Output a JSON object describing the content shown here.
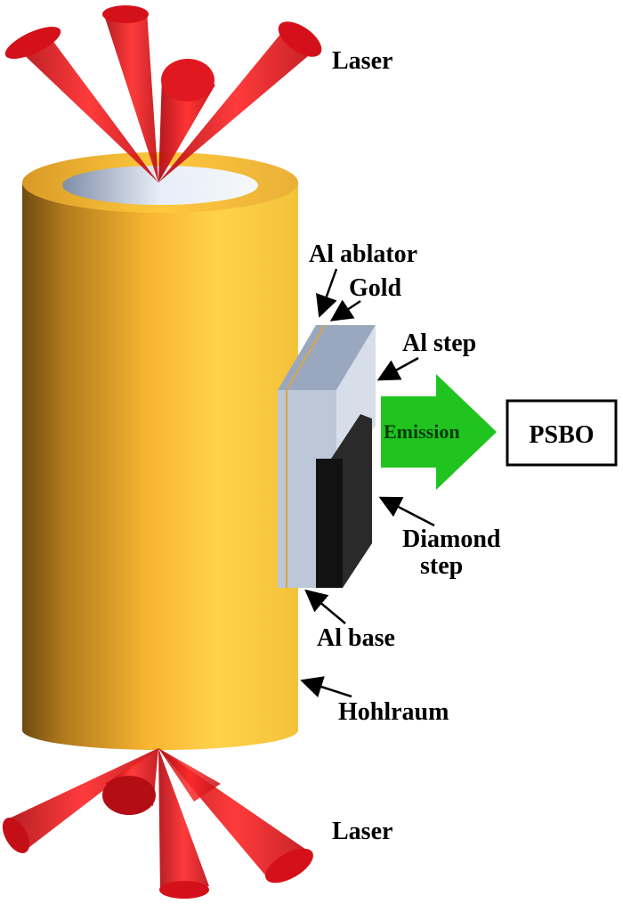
{
  "labels": {
    "laser_top": "Laser",
    "laser_bottom": "Laser",
    "al_ablator": "Al ablator",
    "gold": "Gold",
    "al_step": "Al step",
    "emission": "Emission",
    "psbo": "PSBO",
    "diamond_line1": "Diamond",
    "diamond_line2": "step",
    "al_base": "Al base",
    "hohlraum": "Hohlraum"
  },
  "colors": {
    "laser_red": "#e8141c",
    "hohlraum_gold": "#f9b72e",
    "al_panel": "#c8d2e0",
    "diamond_black": "#1a1a1a",
    "emission_green": "#1fc41f"
  }
}
